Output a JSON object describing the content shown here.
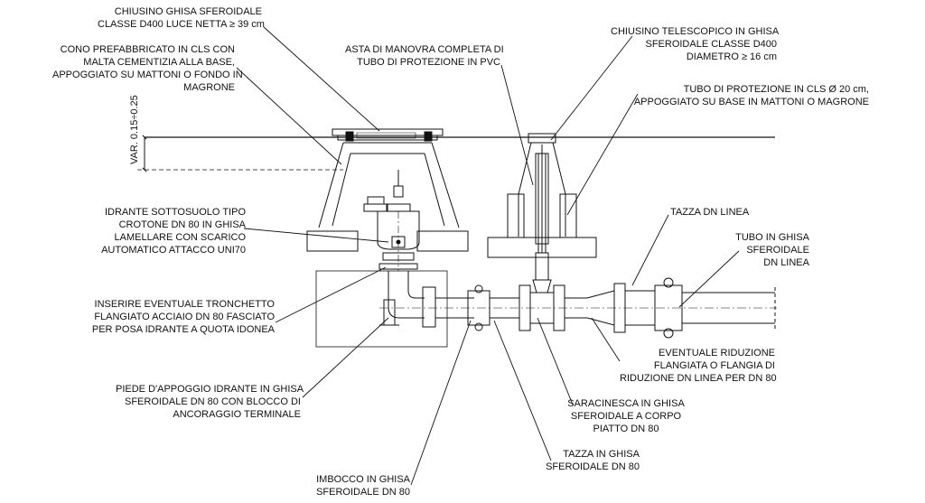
{
  "labels": {
    "chiusino_ghisa": [
      "CHIUSINO GHISA SFEROIDALE",
      "CLASSE D400 LUCE NETTA ≥ 39 cm"
    ],
    "cono_prefabbricato": [
      "CONO PREFABBRICATO IN CLS CON",
      "MALTA CEMENTIZIA ALLA BASE,",
      "APPOGGIATO SU MATTONI O FONDO IN",
      "MAGRONE"
    ],
    "var_dim": "VAR. 0.15÷0.25",
    "idrante": [
      "IDRANTE SOTTOSUOLO TIPO",
      "CROTONE DN 80 IN GHISA",
      "LAMELLARE  CON SCARICO",
      "AUTOMATICO ATTACCO UNI70"
    ],
    "tronchetto": [
      "INSERIRE EVENTUALE TRONCHETTO",
      "FLANGIATO ACCIAIO DN 80 FASCIATO",
      "PER POSA IDRANTE A QUOTA IDONEA"
    ],
    "piede": [
      "PIEDE D'APPOGGIO IDRANTE IN GHISA",
      "SFEROIDALE DN 80 CON BLOCCO DI",
      "ANCORAGGIO TERMINALE"
    ],
    "imbocco": [
      "IMBOCCO IN GHISA",
      "SFEROIDALE DN 80"
    ],
    "asta_manovra": [
      "ASTA DI MANOVRA COMPLETA DI",
      "TUBO DI PROTEZIONE IN PVC"
    ],
    "chiusino_telescopico": [
      "CHIUSINO TELESCOPICO IN GHISA",
      "SFEROIDALE CLASSE D400",
      "DIAMETRO ≥ 16 cm"
    ],
    "tubo_protezione": [
      "TUBO DI PROTEZIONE IN CLS Ø 20 cm,",
      "APPOGGIATO SU BASE IN MATTONI O MAGRONE"
    ],
    "tazza_dn_linea": [
      "TAZZA DN LINEA"
    ],
    "tubo_ghisa": [
      "TUBO IN GHISA",
      "SFEROIDALE",
      "DN LINEA"
    ],
    "riduzione": [
      "EVENTUALE RIDUZIONE",
      "FLANGIATA O FLANGIA DI",
      "RIDUZIONE DN LINEA PER DN 80"
    ],
    "saracinesca": [
      "SARACINESCA IN GHISA",
      "SFEROIDALE A CORPO",
      "PIATTO DN 80"
    ],
    "tazza_dn80": [
      "TAZZA IN GHISA",
      "SFEROIDALE DN 80"
    ]
  }
}
